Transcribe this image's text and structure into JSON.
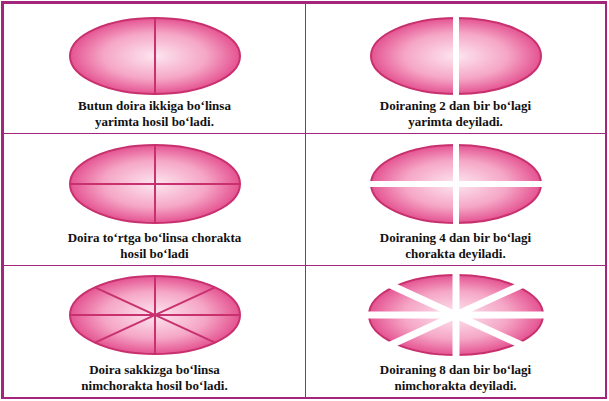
{
  "diagram": {
    "nodes": [
      {
        "text": [
          "Butun doira ikkiga bo‘linsa yarimta hosil bo‘ladi."
        ]
      },
      {
        "text": [
          "Doiraning 2 dan bir bo‘lagi yarimta deyiladi."
        ]
      },
      {
        "text": [
          "Doira to‘rtga bo‘linsa chorakta hosil bo‘ladi"
        ]
      },
      {
        "text": [
          "Doiraning 4 dan bir bo‘lagi chorakta deyiladi."
        ]
      },
      {
        "text": [
          "Doira sakkizga bo‘linsa nimchorakta hosil bo‘ladi."
        ]
      },
      {
        "text": [
          "Doiraning 8 dan bir bo‘lagi nimchorakta deyiladi."
        ]
      }
    ]
  }
}
